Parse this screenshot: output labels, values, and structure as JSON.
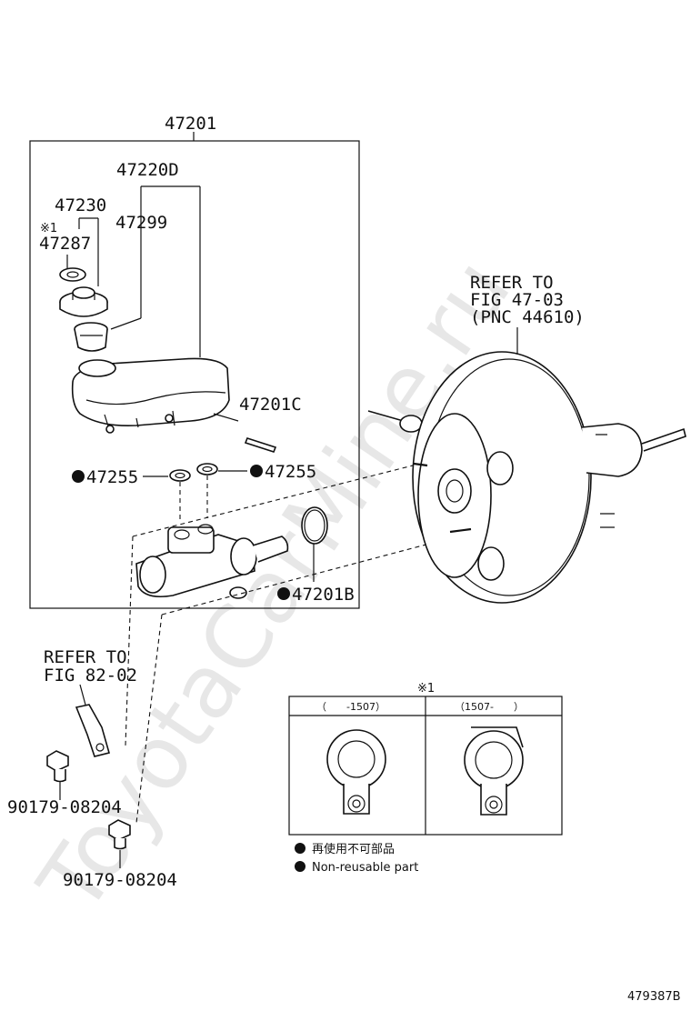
{
  "watermark": "ToyotaCarMine.ru",
  "assembly_label": "47201",
  "parts": {
    "reservoir_sub_assy": "47220D",
    "cap": "47230",
    "note_mark": "※1",
    "gasket_plate": "47287",
    "strainer": "47299",
    "pin": "47201C",
    "grommet_left": "47255",
    "grommet_right": "47255",
    "o_ring": "47201B",
    "bolt_upper": "90179-08204",
    "bolt_lower": "90179-08204"
  },
  "refer_booster": [
    "REFER TO",
    "FIG 47-03",
    "(PNC 44610)"
  ],
  "refer_bracket": [
    "REFER TO",
    "FIG 82-02"
  ],
  "detail_box": {
    "mark": "※1",
    "col_left": "（　　-1507）",
    "col_right": "（1507-　　）"
  },
  "legend": {
    "jp": "再使用不可部品",
    "en": "Non-reusable part"
  },
  "figure_id": "479387B"
}
